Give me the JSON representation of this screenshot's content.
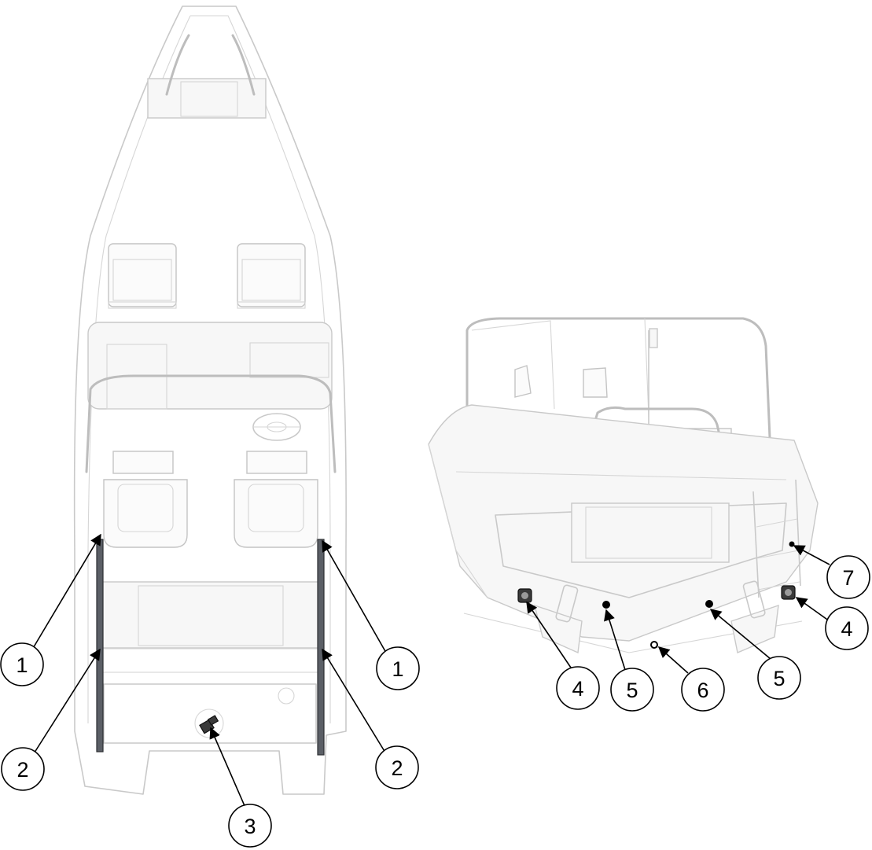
{
  "callouts": {
    "c1_left": "1",
    "c1_right": "1",
    "c2_left": "2",
    "c2_right": "2",
    "c3": "3",
    "c4_left": "4",
    "c4_right": "4",
    "c5_left": "5",
    "c5_right": "5",
    "c6": "6",
    "c7": "7"
  },
  "colors": {
    "outline": "#c9c9c9",
    "part_dark": "#3a3a3a",
    "callout": "#000000"
  }
}
